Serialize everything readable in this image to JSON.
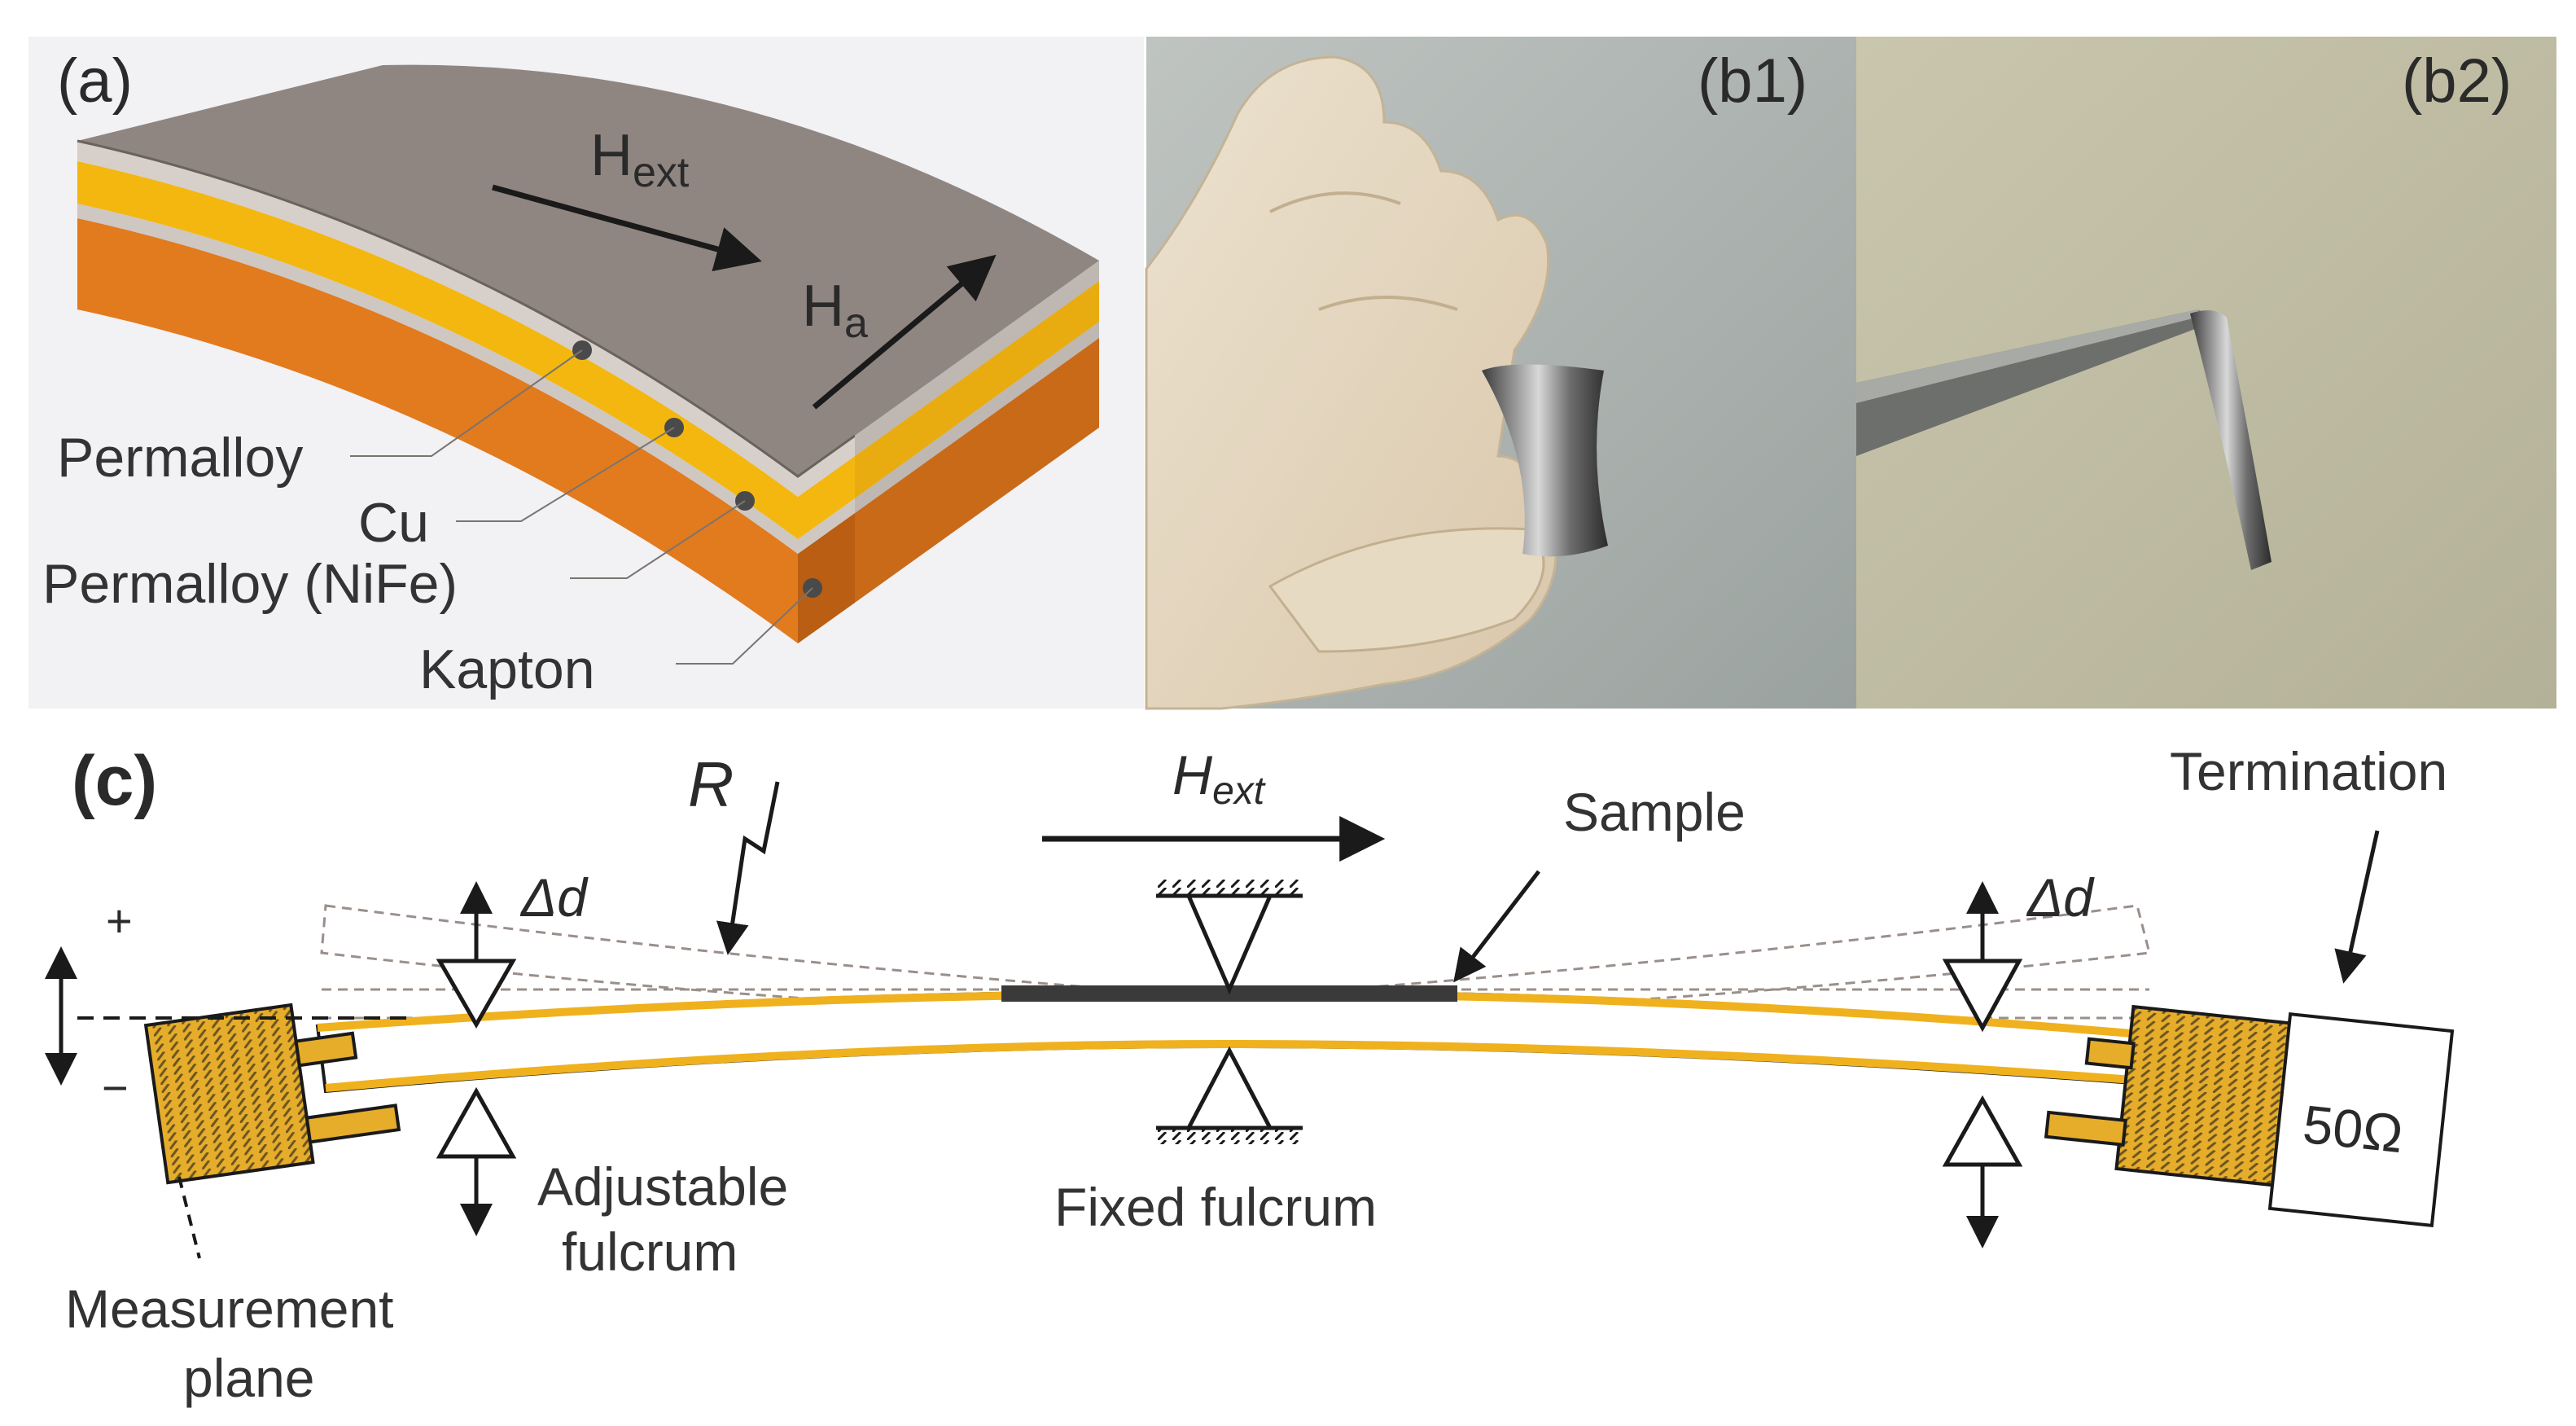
{
  "panel_a": {
    "label": "(a)",
    "h_ext": {
      "base": "H",
      "sub": "ext"
    },
    "h_a": {
      "base": "H",
      "sub": "a"
    },
    "layers": [
      "Permalloy",
      "Cu",
      "Permalloy (NiFe)",
      "Kapton"
    ],
    "colors": {
      "top": "#8f8682",
      "permalloy": "#cfc7c2",
      "cu": "#f3b70f",
      "kapton": "#e27a1e",
      "side_dark": "#6b625e"
    }
  },
  "panel_b1": {
    "label": "(b1)"
  },
  "panel_b2": {
    "label": "(b2)"
  },
  "panel_c": {
    "label": "(c)",
    "r_label": "R",
    "h_ext": {
      "base": "H",
      "sub": "ext"
    },
    "sample": "Sample",
    "termination": "Termination",
    "delta_left": "Δd",
    "delta_right": "Δd",
    "plus": "+",
    "minus": "−",
    "adjustable": [
      "Adjustable",
      "fulcrum"
    ],
    "fixed": "Fixed fulcrum",
    "measurement": [
      "Measurement",
      "plane"
    ],
    "load": "50Ω",
    "colors": {
      "strip": "#f0b11e",
      "connector": "#e6ad2b",
      "line": "#1a1a1a",
      "dashed": "#9a8f8a"
    }
  }
}
